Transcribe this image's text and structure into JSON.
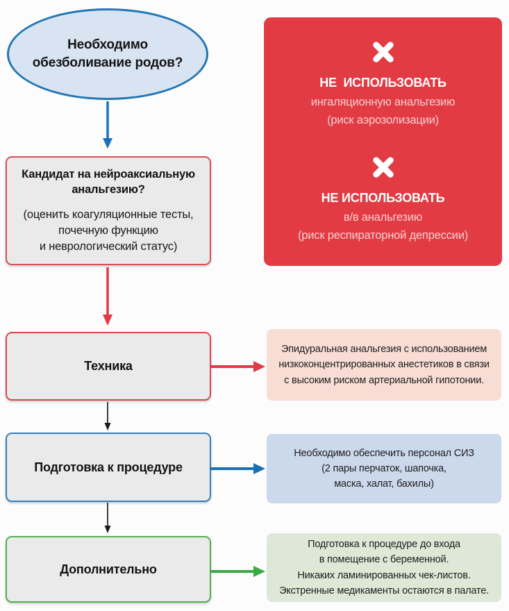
{
  "colors": {
    "ellipse_fill": "#d9e4f2",
    "ellipse_border": "#2276b4",
    "warning_fill": "#e23b43",
    "warning_text_secondary": "#f6cfcf",
    "box_fill": "#eaeaea",
    "border_red": "#d8464c",
    "border_blue": "#327dbb",
    "border_green": "#4fae51",
    "callout_pink": "#f8ddd5",
    "callout_blue": "#ccd8ec",
    "callout_green": "#dde8d6",
    "arrow_blue": "#1a70b6",
    "arrow_red": "#e03a42",
    "arrow_green": "#3ca944",
    "arrow_black": "#1a1a1a"
  },
  "start": {
    "lines": [
      "Необходимо",
      "обезболивание родов?"
    ]
  },
  "warning": {
    "items": [
      {
        "icon": "x-icon",
        "title": "НЕ  ИСПОЛЬЗОВАТЬ",
        "lines": [
          "ингаляционную анальгезию",
          "(риск аэрозолизации)"
        ]
      },
      {
        "icon": "x-icon",
        "title": "НЕ ИСПОЛЬЗОВАТЬ",
        "lines": [
          "в/в анальгезию",
          "(риск респираторной депрессии)"
        ]
      }
    ]
  },
  "candidate": {
    "title_lines": [
      "Кандидат на нейроаксиальную",
      "анальгезию?"
    ],
    "subtitle_lines": [
      "(оценить коагуляционные тесты,",
      "почечную функцию",
      "и неврологический статус)"
    ]
  },
  "steps": [
    {
      "label": "Техника",
      "callout_lines": [
        "Эпидуральная анальгезия с использованием",
        "низкоконцентрированных анестетиков в связи",
        "с высоким риском артериальной гипотонии."
      ]
    },
    {
      "label": "Подготовка к процедуре",
      "callout_lines": [
        "Необходимо обеспечить персонал СИЗ",
        "(2 пары перчаток, шапочка,",
        "маска, халат, бахилы)"
      ]
    },
    {
      "label": "Дополнительно",
      "callout_lines": [
        "Подготовка к процедуре до входа",
        "в помещение с беременной.",
        "Никаких ламинированных чек-листов.",
        "Экстренные медикаменты остаются в палате."
      ]
    }
  ]
}
